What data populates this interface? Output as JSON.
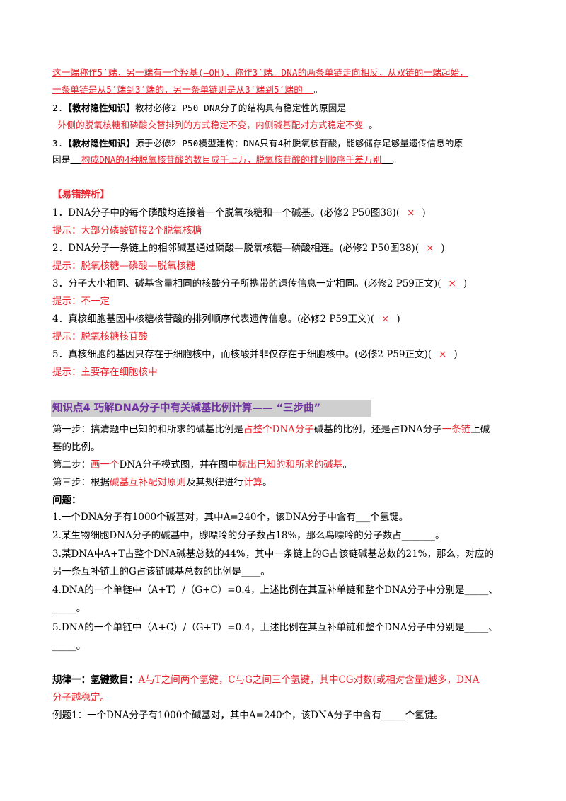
{
  "intro": {
    "l1": "这一端称作5′端，另一端有一个羟基(—OH)，称作3′端。DNA的两条单链走向相反，从双链的一端起始，",
    "l2a": "一条单链是从5′端到3′端的，另一条单链则是从3′端到5′端的",
    "l2b": "。"
  },
  "q2": {
    "prefix": "2.",
    "tag": "【教材隐性知识】",
    "text": "教材必修2 P50 DNA分子的结构具有稳定性的原因是",
    "answer": "外侧的脱氧核糖和磷酸交替排列的方式稳定不变，内侧碱基配对方式稳定不变",
    "end": "。"
  },
  "q3": {
    "prefix": "3.",
    "tag": "【教材隐性知识】",
    "text": "源于必修2 P50模型建构：DNA只有4种脱氧核苷酸，能够储存足够量遗传信息的原",
    "text2": "因是",
    "answer": "构成DNA的4种脱氧核苷酸的数目成千上万，脱氧核苷酸的排列顺序千差万别",
    "end": "。"
  },
  "errors": {
    "title": "【易错辨析】",
    "mark": "×",
    "close": ")",
    "items": [
      {
        "q": "1．DNA分子中的每个磷酸均连接着一个脱氧核糖和一个碱基。(必修2  P50图38)(",
        "hint": "提示：大部分磷酸链接2个脱氧核糖"
      },
      {
        "q": "2．DNA分子一条链上的相邻碱基通过磷酸—脱氧核糖—磷酸相连。(必修2  P50图38)(",
        "hint": "提示：脱氧核糖—磷酸—脱氧核糖"
      },
      {
        "q": "3．分子大小相同、碱基含量相同的核酸分子所携带的遗传信息一定相同。(必修2  P59正文)(",
        "hint": "提示：不一定"
      },
      {
        "q": "4．真核细胞基因中核糖核苷酸的排列顺序代表遗传信息。(必修2  P59正文)(",
        "hint": "提示：脱氧核糖核苷酸"
      },
      {
        "q": "5．真核细胞的基因只存在于细胞核中，而核酸并非仅存在于细胞核中。(必修2  P59正文)(",
        "hint": "提示：主要存在细胞核中"
      }
    ]
  },
  "kp4": {
    "heading": "知识点4   巧解DNA分子中有关碱基比例计算——  “三步曲”",
    "step1a": "第一步：搞清题中已知的和所求的碱基比例是",
    "step1b": "占整个DNA分子",
    "step1c": "碱基的比例，还是占DNA分子",
    "step1d": "一条链",
    "step1e": "上碱",
    "step1f": "基的比例。",
    "step2a": "第二步：",
    "step2b": "画一个",
    "step2c": "DNA分子模式图，并在图中",
    "step2d": "标出已知的和所求的碱基",
    "step2e": "。",
    "step3a": "第三步：根据",
    "step3b": "碱基互补配对原则",
    "step3c": "及其规律进行",
    "step3d": "计算",
    "step3e": "。",
    "questions_label": "问题：",
    "p1": "1.一个DNA分子有1000个碱基对，其中A=240个，该DNA分子中含有___个氢键。",
    "p2": "2.某生物细胞DNA分子的碱基中，腺嘌呤的分子数占18%，那么鸟嘌呤的分子数占_______。",
    "p3a": "3.某DNA中A+T占整个DNA碱基总数的44%，其中一条链上的G占该链碱基总数的21%，那么，对应的",
    "p3b": "另一条互补链上的G占该链碱基总数的比例是____。",
    "p4a": "4.DNA的一个单链中（A+T）/（G+C）=0.4，上述比例在其互补单链和整个DNA分子中分别是_____、",
    "p4b": "_____。",
    "p5a": "5.DNA的一个单链中（A+C）/（G+T）=0.4，上述比例在其互补单链和整个DNA分子中分别是_____、",
    "p5b": "_____。",
    "rule1a": "规律一：氢键数目：",
    "rule1b": "A与T之间两个氢键，C与G之间三个氢键，其中CG对数(或相对含量)越多，DNA",
    "rule1c": "分子越稳定。",
    "ex1": "例题1：一个DNA分子有1000个碱基对，其中A=240个，该DNA分子中含有_____个氢键。"
  }
}
